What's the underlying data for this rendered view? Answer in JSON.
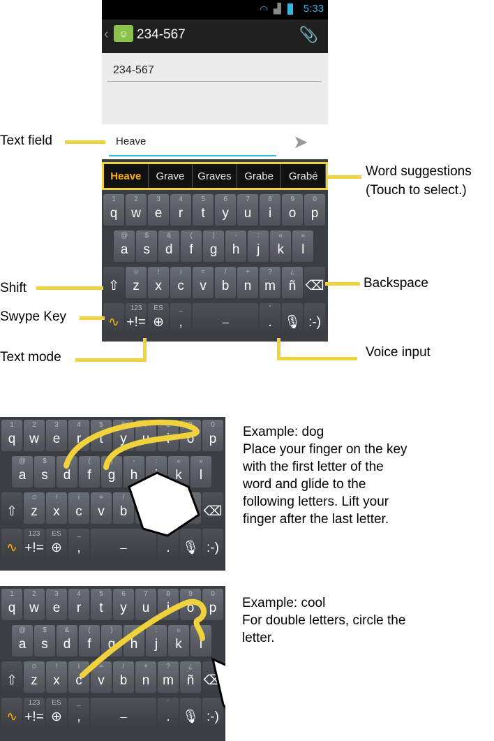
{
  "status": {
    "time": "5:33"
  },
  "conversation": {
    "title": "234-567",
    "recipient": "234-567"
  },
  "compose": {
    "text": "Heave"
  },
  "suggestions": [
    "Heave",
    "Grave",
    "Graves",
    "Grabe",
    "Grabé"
  ],
  "keys": {
    "row1": [
      {
        "k": "q",
        "h": "1"
      },
      {
        "k": "w",
        "h": "2"
      },
      {
        "k": "e",
        "h": "3"
      },
      {
        "k": "r",
        "h": "4"
      },
      {
        "k": "t",
        "h": "5"
      },
      {
        "k": "y",
        "h": "6"
      },
      {
        "k": "u",
        "h": "7"
      },
      {
        "k": "i",
        "h": "8"
      },
      {
        "k": "o",
        "h": "9"
      },
      {
        "k": "p",
        "h": "0"
      }
    ],
    "row2": [
      {
        "k": "a",
        "h": "@"
      },
      {
        "k": "s",
        "h": "$"
      },
      {
        "k": "d",
        "h": "&"
      },
      {
        "k": "f",
        "h": "("
      },
      {
        "k": "g",
        "h": ")"
      },
      {
        "k": "h",
        "h": "-"
      },
      {
        "k": "j",
        "h": ":"
      },
      {
        "k": "k",
        "h": "«"
      },
      {
        "k": "l",
        "h": "»"
      }
    ],
    "row3": [
      {
        "k": "z",
        "h": "☺"
      },
      {
        "k": "x",
        "h": "!"
      },
      {
        "k": "c",
        "h": "i"
      },
      {
        "k": "v",
        "h": "="
      },
      {
        "k": "b",
        "h": "/"
      },
      {
        "k": "n",
        "h": "+"
      },
      {
        "k": "m",
        "h": "?"
      },
      {
        "k": "ñ",
        "h": "¿"
      }
    ],
    "mode_main": "+!=",
    "mode_hint": "123",
    "lang": "ES",
    "comma": ",",
    "comma_hint": "_",
    "period": ".",
    "period_hint": "'",
    "smiley": ":-)"
  },
  "callouts": {
    "text_field": "Text field",
    "word_suggestions": "Word suggestions",
    "word_suggestions_2": "(Touch to select.)",
    "shift": "Shift",
    "backspace": "Backspace",
    "swype_key": "Swype Key",
    "text_mode": "Text mode",
    "voice_input": "Voice input"
  },
  "examples": [
    {
      "title": "Example: dog",
      "lines": [
        "Place your finger on the key",
        "with the first letter of the",
        "word and glide to the",
        "following letters. Lift your",
        "finger after the last letter."
      ]
    },
    {
      "title": "Example: cool",
      "lines": [
        "For double letters, circle the",
        "letter."
      ]
    }
  ],
  "colors": {
    "accent": "#f0d23c",
    "highlight": "#ffb000",
    "cursor": "#33b5e5"
  }
}
